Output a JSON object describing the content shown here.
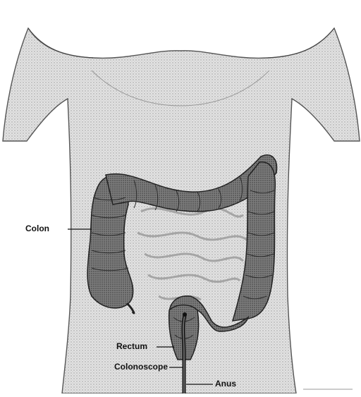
{
  "diagram": {
    "labels": {
      "colon": "Colon",
      "rectum": "Rectum",
      "colonoscope": "Colonoscope",
      "anus": "Anus"
    }
  },
  "colors": {
    "ink": "#111111",
    "skin": "#d8d8d8",
    "colon_fill": "#8a8a8a",
    "colon_shade": "#5a5a5a",
    "intestine": "#bdbdbd",
    "background": "#ffffff"
  }
}
